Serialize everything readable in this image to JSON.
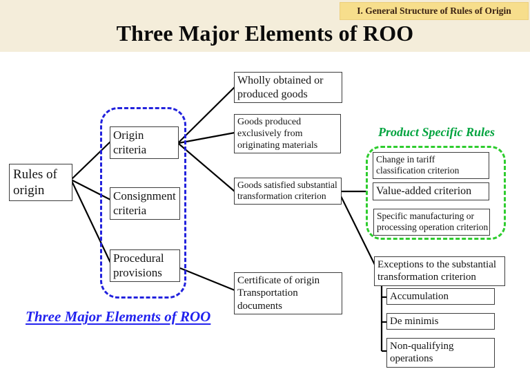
{
  "banner": {
    "label": "I. General Structure of Rules of Origin",
    "bg": "#F7DE8C",
    "text_color": "#3A2213"
  },
  "header": {
    "title": "Three Major Elements of ROO",
    "bg": "#F4EDDA"
  },
  "caption": {
    "label": "Three Major Elements of ROO",
    "color": "#2222EE"
  },
  "groups": {
    "three_elements": {
      "border_color": "#2222DD"
    },
    "product_specific_rules": {
      "title": "Product Specific Rules",
      "title_color": "#00A33E",
      "border_color": "#2ECC2E"
    }
  },
  "nodes": {
    "rules_of_origin": {
      "label": "Rules of origin",
      "lines": [
        "Rules of",
        "origin"
      ]
    },
    "origin_criteria": {
      "label": "Origin criteria",
      "lines": [
        "Origin",
        "criteria"
      ]
    },
    "consignment_criteria": {
      "label": "Consignment criteria",
      "lines": [
        "Consignment",
        "criteria"
      ]
    },
    "procedural_provisions": {
      "label": "Procedural provisions",
      "lines": [
        "Procedural",
        "provisions"
      ]
    },
    "wholly_obtained": {
      "label": "Wholly obtained or produced goods",
      "lines": [
        "Wholly obtained or",
        "produced goods"
      ]
    },
    "goods_produced": {
      "label": "Goods produced exclusively from originating materials",
      "lines": [
        "Goods produced",
        "exclusively from",
        "originating materials"
      ]
    },
    "goods_satisfied": {
      "label": "Goods satisfied substantial transformation criterion",
      "lines": [
        "Goods satisfied substantial",
        "transformation criterion"
      ]
    },
    "change_in_tariff": {
      "label": "Change in tariff classification criterion",
      "lines": [
        "Change in tariff",
        "classification criterion"
      ]
    },
    "value_added": {
      "label": "Value-added criterion",
      "lines": [
        "Value-added criterion"
      ]
    },
    "specific_manufacturing": {
      "label": "Specific manufacturing or processing operation criterion",
      "lines": [
        "Specific manufacturing or",
        "processing operation criterion"
      ]
    },
    "exceptions": {
      "label": "Exceptions to the substantial transformation criterion",
      "lines": [
        "Exceptions to the substantial",
        "transformation criterion"
      ]
    },
    "accumulation": {
      "label": "Accumulation",
      "lines": [
        "Accumulation"
      ]
    },
    "de_minimis": {
      "label": "De minimis",
      "lines": [
        "De minimis"
      ]
    },
    "non_qualifying": {
      "label": "Non-qualifying operations",
      "lines": [
        "Non-qualifying",
        "operations"
      ]
    },
    "certificate": {
      "label": "Certificate of origin Transportation documents",
      "lines": [
        "Certificate of origin",
        "Transportation",
        "documents"
      ]
    }
  },
  "edges": [
    [
      "rules_of_origin",
      "origin_criteria"
    ],
    [
      "rules_of_origin",
      "consignment_criteria"
    ],
    [
      "rules_of_origin",
      "procedural_provisions"
    ],
    [
      "origin_criteria",
      "wholly_obtained"
    ],
    [
      "origin_criteria",
      "goods_produced"
    ],
    [
      "origin_criteria",
      "goods_satisfied"
    ],
    [
      "goods_satisfied",
      "product_specific_rules_group"
    ],
    [
      "goods_satisfied",
      "exceptions"
    ],
    [
      "procedural_provisions",
      "certificate"
    ],
    [
      "exceptions",
      "accumulation"
    ],
    [
      "exceptions",
      "de_minimis"
    ],
    [
      "exceptions",
      "non_qualifying"
    ]
  ]
}
